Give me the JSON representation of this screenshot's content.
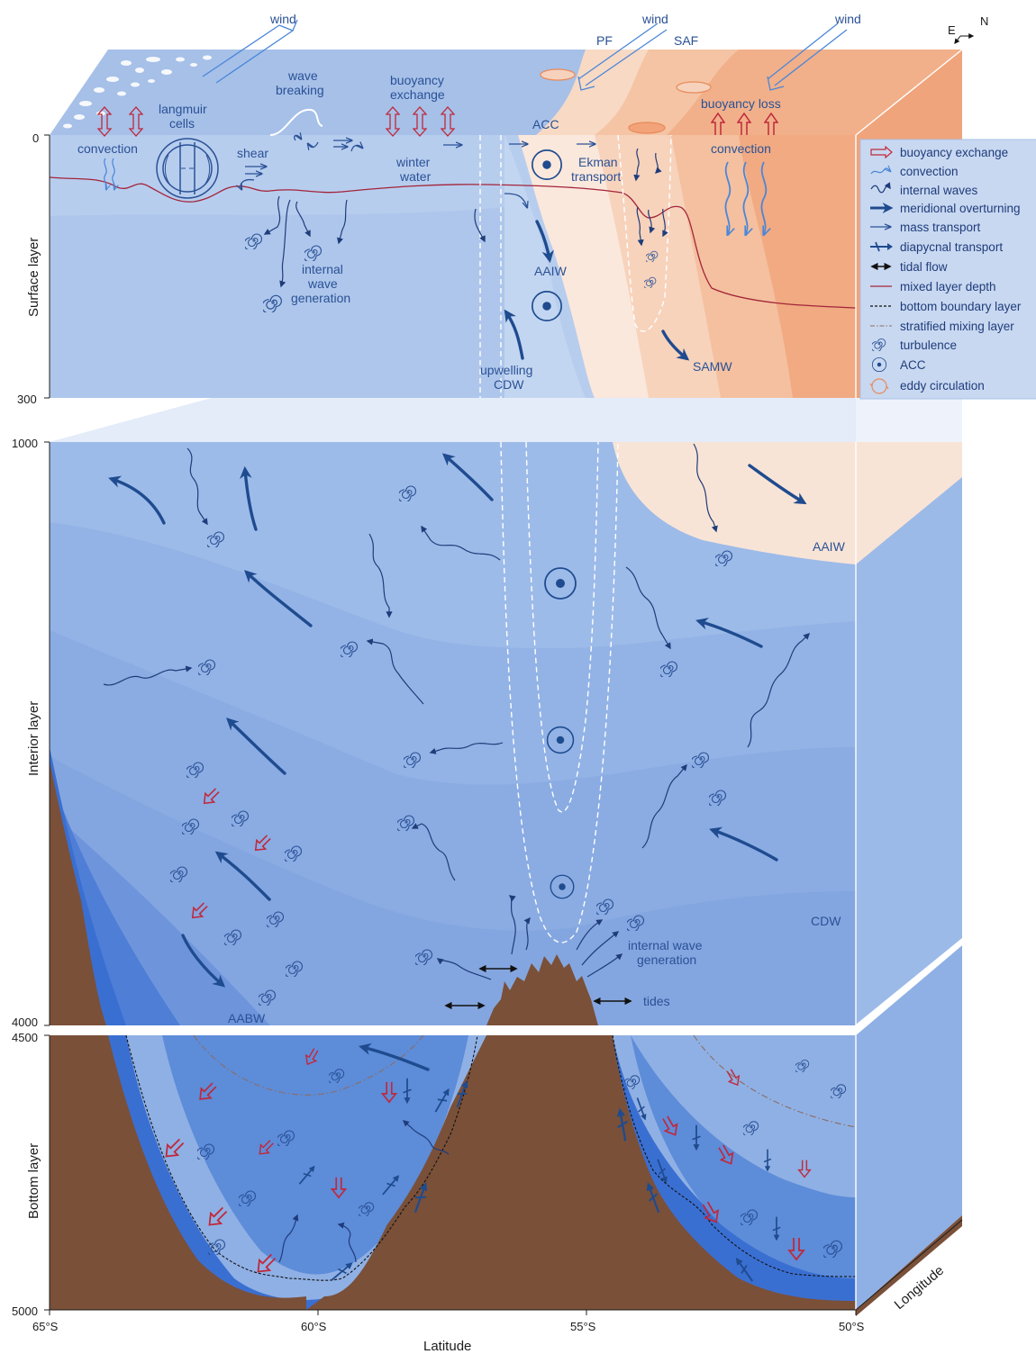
{
  "labels": {
    "wind": "wind",
    "pf": "PF",
    "saf": "SAF",
    "orientation_e": "E",
    "orientation_n": "N",
    "wave_breaking_1": "wave",
    "wave_breaking_2": "breaking",
    "buoyancy_exchange_1": "buoyancy",
    "buoyancy_exchange_2": "exchange",
    "buoyancy_loss": "buoyancy loss",
    "langmuir_1": "langmuir",
    "langmuir_2": "cells",
    "acc": "ACC",
    "convection": "convection",
    "shear": "shear",
    "winter_water_1": "winter",
    "winter_water_2": "water",
    "ekman_1": "Ekman",
    "ekman_2": "transport",
    "internal_wave_gen_1": "internal",
    "internal_wave_gen_2": "wave",
    "internal_wave_gen_3": "generation",
    "aaiw": "AAIW",
    "upwelling_1": "upwelling",
    "upwelling_2": "CDW",
    "samw": "SAMW",
    "aaiw_interior": "AAIW",
    "cdw": "CDW",
    "iwg_deep_1": "internal wave",
    "iwg_deep_2": "generation",
    "tides": "tides",
    "aabw": "AABW"
  },
  "layers": {
    "surface": "Surface layer",
    "interior": "Interior layer",
    "bottom": "Bottom layer"
  },
  "axes": {
    "depth_ticks": [
      "0",
      "300",
      "1000",
      "4000",
      "4500",
      "5000"
    ],
    "lat_ticks": [
      "65°S",
      "60°S",
      "55°S",
      "50°S"
    ],
    "xlabel": "Latitude",
    "zlabel": "Longitude"
  },
  "legend": {
    "items": [
      {
        "label": "buoyancy exchange",
        "icon": "buoyancy-exchange-icon"
      },
      {
        "label": "convection",
        "icon": "convection-icon"
      },
      {
        "label": "internal waves",
        "icon": "internal-waves-icon"
      },
      {
        "label": "meridional overturning",
        "icon": "meridional-overturning-icon"
      },
      {
        "label": "mass transport",
        "icon": "mass-transport-icon"
      },
      {
        "label": "diapycnal transport",
        "icon": "diapycnal-transport-icon"
      },
      {
        "label": "tidal flow",
        "icon": "tidal-flow-icon"
      },
      {
        "label": "mixed layer depth",
        "icon": "mixed-layer-depth-icon"
      },
      {
        "label": "bottom boundary layer",
        "icon": "bottom-boundary-layer-icon"
      },
      {
        "label": "stratified mixing layer",
        "icon": "stratified-mixing-layer-icon"
      },
      {
        "label": "turbulence",
        "icon": "turbulence-icon"
      },
      {
        "label": "ACC",
        "icon": "acc-icon"
      },
      {
        "label": "eddy circulation",
        "icon": "eddy-circulation-icon"
      }
    ]
  },
  "colors": {
    "buoyancy": "#c0283b",
    "convection": "#4a86d8",
    "arrow": "#1f4b8f",
    "text": "#2a5196",
    "mld": "#a3243a",
    "seafloor": "#7a5039",
    "warm": "#f1b28e",
    "cold": "#a9c3ea"
  }
}
